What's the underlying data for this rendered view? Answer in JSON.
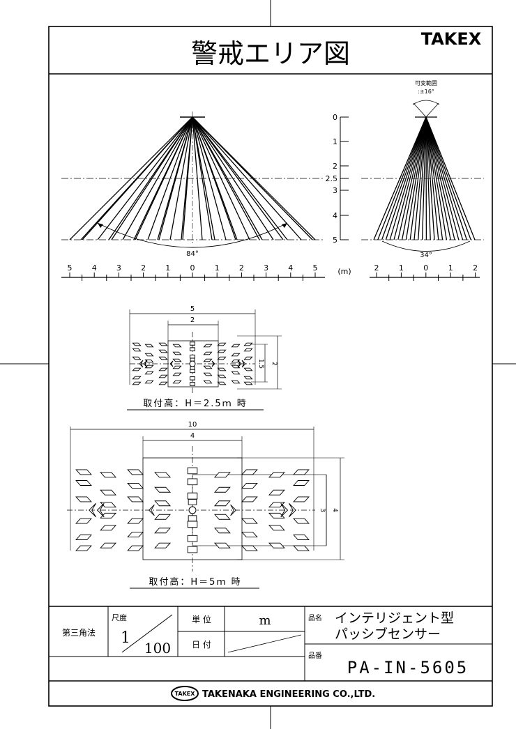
{
  "header": {
    "title": "警戒エリア図",
    "brand": "TAKEX"
  },
  "side_view": {
    "axis_labels": [
      "5",
      "4",
      "3",
      "2",
      "1",
      "0",
      "1",
      "2",
      "3",
      "4",
      "5"
    ],
    "angle_label": "84°",
    "unit_label": "(m)"
  },
  "front_view": {
    "adjust_label_1": "可変範囲",
    "adjust_label_2": ":±16°",
    "height_labels": [
      "0",
      "1",
      "2",
      "2.5",
      "3",
      "4",
      "5"
    ],
    "axis_labels": [
      "2",
      "1",
      "0",
      "1",
      "2"
    ],
    "angle_label": "34°"
  },
  "plan_h25": {
    "dim_outer": "5",
    "dim_inner": "2",
    "dim_v_inner": "1.5",
    "dim_v_outer": "2",
    "caption": "取付高：H＝2.5ｍ 時"
  },
  "plan_h5": {
    "dim_outer": "10",
    "dim_inner": "4",
    "dim_v_inner": "3",
    "dim_v_outer": "4",
    "caption": "取付高：H＝5ｍ 時"
  },
  "title_block": {
    "projection": "第三角法",
    "scale_label": "尺度",
    "scale_num": "1",
    "scale_den": "100",
    "unit_label": "単 位",
    "unit_value": "m",
    "date_label": "日 付",
    "name_label": "品名",
    "name_line1": "インテリジェント型",
    "name_line2": "パッシブセンサー",
    "part_label": "品番",
    "part_value": "PA-IN-5605",
    "company": "TAKENAKA ENGINEERING CO.,LTD.",
    "company_logo": "TAKEX"
  }
}
